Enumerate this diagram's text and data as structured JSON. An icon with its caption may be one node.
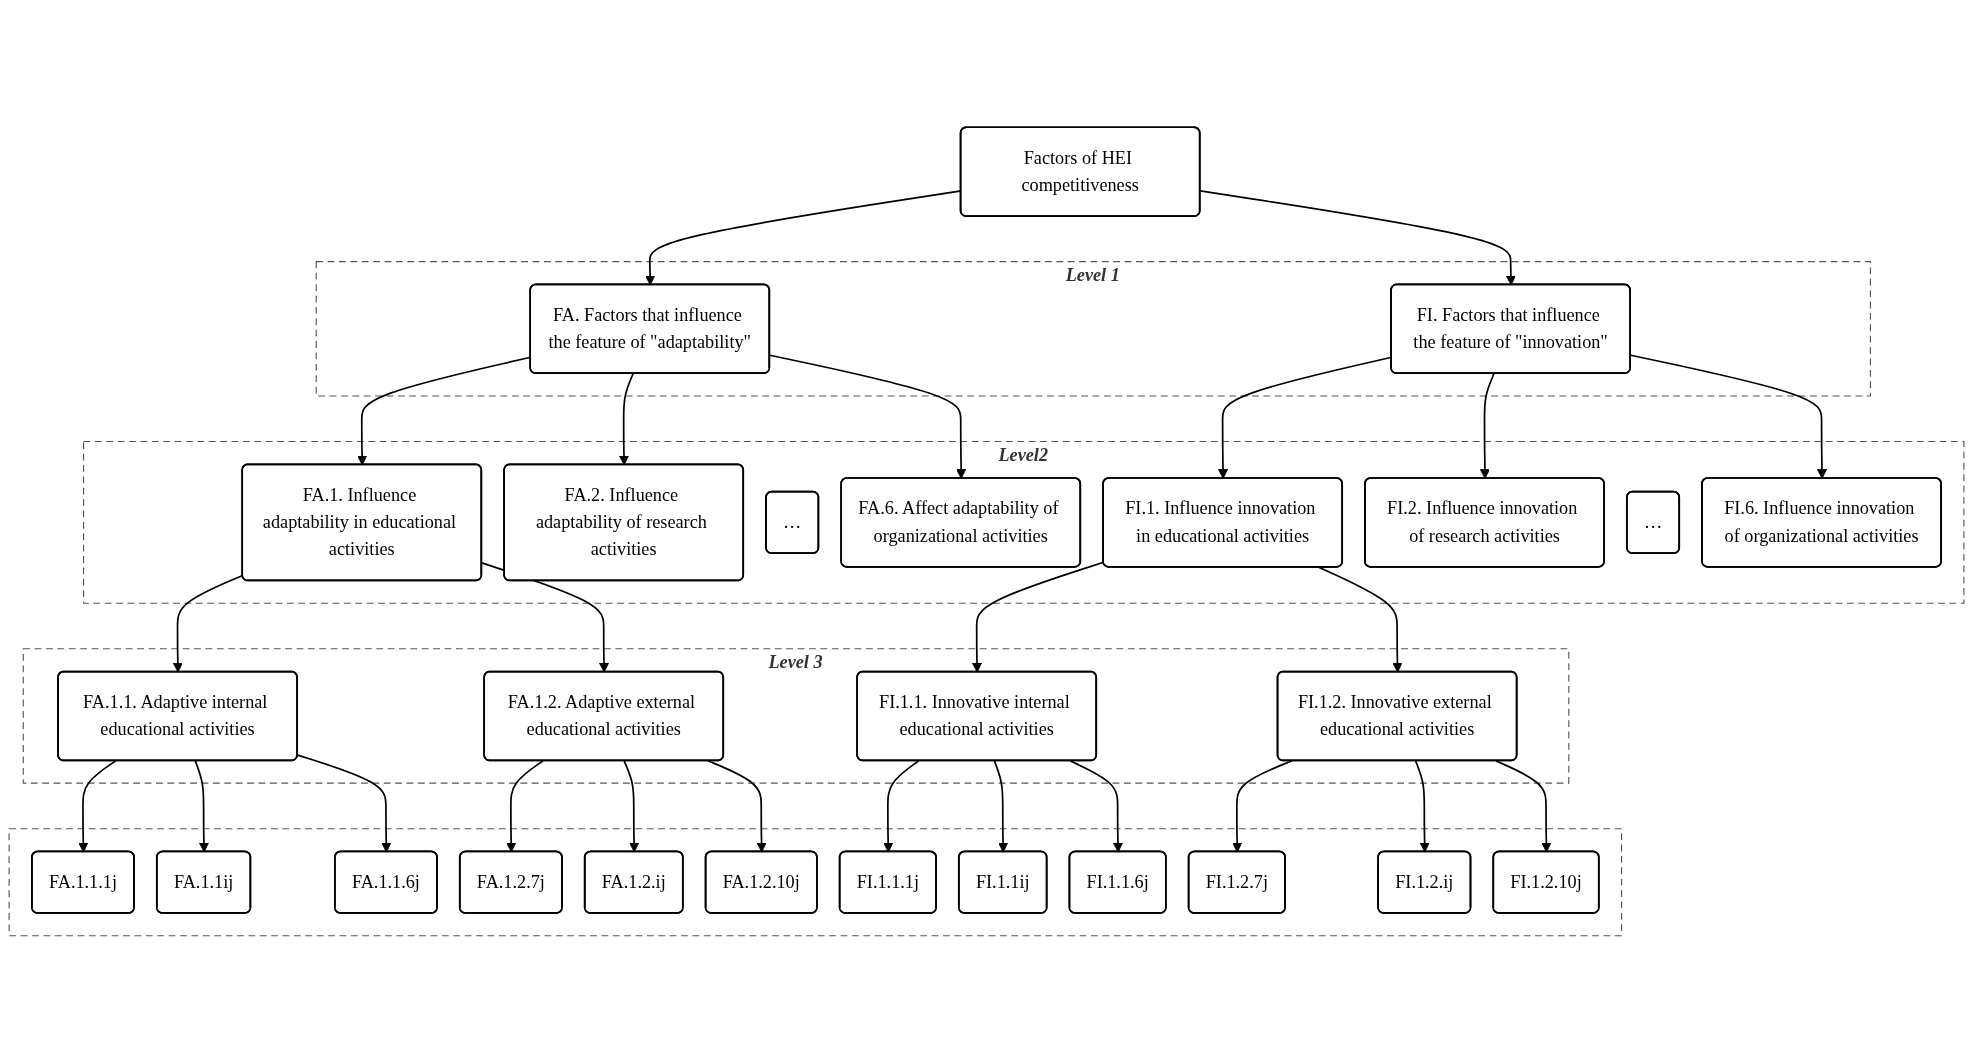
{
  "diagram": {
    "nodes": [
      {
        "text": [
          "Factors of HEI competitiveness"
        ]
      },
      {
        "text": [
          "Level 1"
        ]
      },
      {
        "text": [
          "FA. Factors that influence the feature of \"adaptability\""
        ],
        "in": 1
      },
      {
        "text": [
          "FI. Factors that influence the feature of \"innovation\""
        ],
        "in": 1
      },
      {
        "text": [
          "Level2"
        ]
      },
      {
        "text": [
          "FA.1. Influence adaptability in educational activities"
        ],
        "in": 4
      },
      {
        "text": [
          "FA.2. Influence adaptability of research activities"
        ],
        "in": 4
      },
      {
        "text": [
          "…"
        ],
        "in": 4
      },
      {
        "text": [
          "FA.6. Affect adaptability of organizational activities"
        ],
        "in": 4
      },
      {
        "text": [
          "FI.1. Influence innovation in educational activities"
        ],
        "in": 4
      },
      {
        "text": [
          "FI.2. Influence innovation of research activities"
        ],
        "in": 4
      },
      {
        "text": [
          "…"
        ],
        "in": 4
      },
      {
        "text": [
          "FI.6. Influence innovation of organizational activities"
        ],
        "in": 4
      },
      {
        "text": [
          "Level 3"
        ]
      },
      {
        "text": [
          "FA.1.1. Adaptive internal educational activities"
        ],
        "in": 13
      },
      {
        "text": [
          "FA.1.2. Adaptive external educational activities"
        ],
        "in": 13
      },
      {
        "text": [
          "FI.1.1. Innovative internal educational activities"
        ],
        "in": 13
      },
      {
        "text": [
          "FI.1.2. Innovative external educational activities"
        ],
        "in": 13
      },
      {
        "text": [],
        "shape": "box"
      },
      {
        "text": [
          "FA.1.1.1j"
        ],
        "in": 18
      },
      {
        "text": [
          "FA.1.1ij"
        ],
        "in": 18
      },
      {
        "text": [
          "FA.1.1.6j"
        ],
        "in": 18
      },
      {
        "text": [
          "FA.1.2.7j"
        ],
        "in": 18
      },
      {
        "text": [
          "FA.1.2.ij"
        ],
        "in": 18
      },
      {
        "text": [
          "FA.1.2.10j"
        ],
        "in": 18
      },
      {
        "text": [
          "FI.1.1.1j"
        ],
        "in": 18
      },
      {
        "text": [
          "FI.1.1ij"
        ],
        "in": 18
      },
      {
        "text": [
          "FI.1.1.6j"
        ],
        "in": 18
      },
      {
        "text": [
          "FI.1.2.7j"
        ],
        "in": 18
      },
      {
        "text": [
          "FI.1.2.ij"
        ],
        "in": 18
      },
      {
        "text": [
          "FI.1.2.10j"
        ],
        "in": 18
      }
    ],
    "edges": [
      {
        "from": 0,
        "to": 2,
        "arrow": "to"
      },
      {
        "from": 0,
        "to": 3,
        "arrow": "to"
      },
      {
        "from": 2,
        "to": 5,
        "arrow": "to"
      },
      {
        "from": 2,
        "to": 6,
        "arrow": "to"
      },
      {
        "from": 2,
        "to": 8,
        "arrow": "to"
      },
      {
        "from": 3,
        "to": 9,
        "arrow": "to"
      },
      {
        "from": 3,
        "to": 10,
        "arrow": "to"
      },
      {
        "from": 3,
        "to": 12,
        "arrow": "to"
      },
      {
        "from": 5,
        "to": 14,
        "arrow": "to"
      },
      {
        "from": 5,
        "to": 15,
        "arrow": "to"
      },
      {
        "from": 9,
        "to": 16,
        "arrow": "to"
      },
      {
        "from": 9,
        "to": 17,
        "arrow": "to"
      },
      {
        "from": 14,
        "to": 19,
        "arrow": "to"
      },
      {
        "from": 14,
        "to": 20,
        "arrow": "to"
      },
      {
        "from": 14,
        "to": 21,
        "arrow": "to"
      },
      {
        "from": 15,
        "to": 22,
        "arrow": "to"
      },
      {
        "from": 15,
        "to": 23,
        "arrow": "to"
      },
      {
        "from": 15,
        "to": 24,
        "arrow": "to"
      },
      {
        "from": 16,
        "to": 25,
        "arrow": "to"
      },
      {
        "from": 16,
        "to": 26,
        "arrow": "to"
      },
      {
        "from": 16,
        "to": 27,
        "arrow": "to"
      },
      {
        "from": 17,
        "to": 28,
        "arrow": "to"
      },
      {
        "from": 17,
        "to": 29,
        "arrow": "to"
      },
      {
        "from": 17,
        "to": 30,
        "arrow": "to"
      }
    ]
  }
}
